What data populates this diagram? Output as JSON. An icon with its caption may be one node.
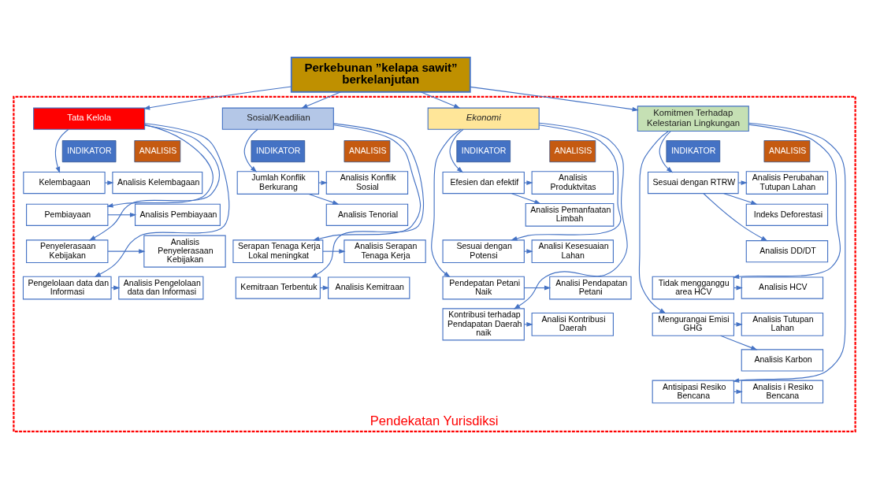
{
  "diagram": {
    "nodes": [
      {
        "text": [
          "Perkebunan ”kelapa sawit” berkelanjutan"
        ]
      },
      {
        "text": [
          "Pendekatan Yurisdiksi"
        ]
      },
      {
        "text": [
          "Komitmen Terhadap Kelestarian Lingkungan"
        ],
        "in": 1
      },
      {
        "text": [
          "INDIKATOR"
        ],
        "in": 1
      },
      {
        "text": [
          "ANALISIS"
        ],
        "in": 1
      },
      {
        "text": [
          "Sesuai dengan RTRW"
        ],
        "in": 1
      },
      {
        "text": [
          "Analisis Perubahan Tutupan Lahan"
        ],
        "in": 1
      },
      {
        "text": [
          "Indeks Deforestasi"
        ],
        "in": 1
      },
      {
        "text": [
          "Analisis DD/DT"
        ],
        "in": 1
      },
      {
        "text": [
          "Tidak mengganggu area HCV"
        ],
        "in": 1
      },
      {
        "text": [
          "Analisis HCV"
        ],
        "in": 1
      },
      {
        "text": [
          "Mengurangai Emisi GHG"
        ],
        "in": 1
      },
      {
        "text": [
          "Analisis Tutupan Lahan"
        ],
        "in": 1
      },
      {
        "text": [
          "Analisis Karbon"
        ],
        "in": 1
      },
      {
        "text": [
          "Antisipasi Resiko Bencana"
        ],
        "in": 1
      },
      {
        "text": [
          "Analisis i Resiko Bencana"
        ],
        "in": 1
      },
      {
        "text": [
          "Ekonomi"
        ],
        "in": 1
      },
      {
        "text": [
          "INDIKATOR"
        ],
        "in": 1
      },
      {
        "text": [
          "ANALISIS"
        ],
        "in": 1
      },
      {
        "text": [
          "Efesien dan efektif"
        ],
        "in": 1
      },
      {
        "text": [
          "Analisis Produktvitas"
        ],
        "in": 1
      },
      {
        "text": [
          "Analisis Pemanfaatan Limbah"
        ],
        "in": 1
      },
      {
        "text": [
          "Sesuai dengan Potensi"
        ],
        "in": 1
      },
      {
        "text": [
          "Analisi Kesesuaian Lahan"
        ],
        "in": 1
      },
      {
        "text": [
          "Pendepatan Petani Naik"
        ],
        "in": 1
      },
      {
        "text": [
          "Analisi Pendapatan Petani"
        ],
        "in": 1
      },
      {
        "text": [
          "Kontribusi terhadap Pendapatan Daerah naik"
        ],
        "in": 1
      },
      {
        "text": [
          "Analisi Kontribusi Daerah"
        ],
        "in": 1
      },
      {
        "text": [
          "Sosial/Keadilian"
        ],
        "in": 1
      },
      {
        "text": [
          "INDIKATOR"
        ],
        "in": 1
      },
      {
        "text": [
          "ANALISIS"
        ],
        "in": 1
      },
      {
        "text": [
          "Jumlah Konflik Berkurang"
        ],
        "in": 1
      },
      {
        "text": [
          "Analisis Konflik Sosial"
        ],
        "in": 1
      },
      {
        "text": [
          "Analisis Tenorial"
        ],
        "in": 1
      },
      {
        "text": [
          "Serapan Tenaga Kerja Lokal meningkat"
        ],
        "in": 1
      },
      {
        "text": [
          "Analisis Serapan Tenaga Kerja"
        ],
        "in": 1
      },
      {
        "text": [
          "Kemitraan Terbentuk"
        ],
        "in": 1
      },
      {
        "text": [
          "Analisis Kemitraan"
        ],
        "in": 1
      },
      {
        "text": [
          "Tata Kelola"
        ],
        "in": 1
      },
      {
        "text": [
          "INDIKATOR"
        ],
        "in": 1
      },
      {
        "text": [
          "ANALISIS"
        ],
        "in": 1
      },
      {
        "text": [
          "Kelembagaan"
        ],
        "in": 1
      },
      {
        "text": [
          "Analisis Kelembagaan"
        ],
        "in": 1
      },
      {
        "text": [
          "Pembiayaan"
        ],
        "in": 1
      },
      {
        "text": [
          "Analisis Pembiayaan"
        ],
        "in": 1
      },
      {
        "text": [
          "Penyelerasaan Kebijakan"
        ],
        "in": 1
      },
      {
        "text": [
          "Analisis Penyelerasaan Kebijakan"
        ],
        "in": 1
      },
      {
        "text": [
          "Pengelolaan data dan Informasi"
        ],
        "in": 1
      },
      {
        "text": [
          "Analisis Pengelolaan data dan Informasi"
        ],
        "in": 1
      }
    ],
    "edges": [
      {
        "from": 0,
        "to": 2,
        "arrow": "to"
      },
      {
        "from": 0,
        "to": 16,
        "arrow": "to"
      },
      {
        "from": 0,
        "to": 28,
        "arrow": "to"
      },
      {
        "from": 0,
        "to": 38,
        "arrow": "to"
      },
      {
        "from": 2,
        "to": 5,
        "arrow": "to"
      },
      {
        "from": 2,
        "to": 9,
        "arrow": "to"
      },
      {
        "from": 2,
        "to": 11,
        "arrow": "to"
      },
      {
        "from": 2,
        "to": 14,
        "arrow": "to"
      },
      {
        "from": 5,
        "to": 6,
        "arrow": "to"
      },
      {
        "from": 5,
        "to": 7,
        "arrow": "to"
      },
      {
        "from": 5,
        "to": 8,
        "arrow": "to"
      },
      {
        "from": 9,
        "to": 10,
        "arrow": "to"
      },
      {
        "from": 11,
        "to": 12,
        "arrow": "to"
      },
      {
        "from": 11,
        "to": 13,
        "arrow": "to"
      },
      {
        "from": 14,
        "to": 15,
        "arrow": "to"
      },
      {
        "from": 16,
        "to": 19,
        "arrow": "to"
      },
      {
        "from": 16,
        "to": 22,
        "arrow": "to"
      },
      {
        "from": 16,
        "to": 24,
        "arrow": "to"
      },
      {
        "from": 16,
        "to": 26,
        "arrow": "to"
      },
      {
        "from": 19,
        "to": 20,
        "arrow": "to"
      },
      {
        "from": 19,
        "to": 21,
        "arrow": "to"
      },
      {
        "from": 22,
        "to": 23,
        "arrow": "to"
      },
      {
        "from": 24,
        "to": 25,
        "arrow": "to"
      },
      {
        "from": 26,
        "to": 27,
        "arrow": "to"
      },
      {
        "from": 28,
        "to": 31,
        "arrow": "to"
      },
      {
        "from": 28,
        "to": 34,
        "arrow": "to"
      },
      {
        "from": 28,
        "to": 36,
        "arrow": "to"
      },
      {
        "from": 31,
        "to": 32,
        "arrow": "to"
      },
      {
        "from": 31,
        "to": 33,
        "arrow": "to"
      },
      {
        "from": 34,
        "to": 35,
        "arrow": "to"
      },
      {
        "from": 36,
        "to": 37,
        "arrow": "to"
      },
      {
        "from": 38,
        "to": 41,
        "arrow": "to"
      },
      {
        "from": 38,
        "to": 43,
        "arrow": "to"
      },
      {
        "from": 38,
        "to": 45,
        "arrow": "to"
      },
      {
        "from": 38,
        "to": 47,
        "arrow": "to"
      },
      {
        "from": 41,
        "to": 42,
        "arrow": "to"
      },
      {
        "from": 43,
        "to": 44,
        "arrow": "to"
      },
      {
        "from": 45,
        "to": 46,
        "arrow": "to"
      },
      {
        "from": 47,
        "to": 48,
        "arrow": "to"
      }
    ]
  }
}
